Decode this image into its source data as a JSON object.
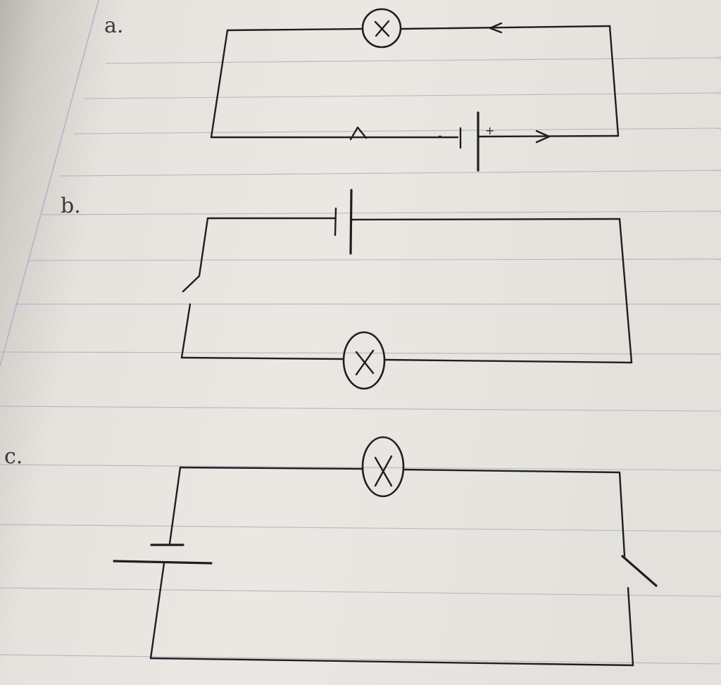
{
  "labels": {
    "a": "a.",
    "b": "b.",
    "c": "c."
  },
  "battery_signs": {
    "minus": "-",
    "plus": "+"
  },
  "circuits": [
    {
      "label": "a.",
      "components": [
        "lamp",
        "cell",
        "wire",
        "wire"
      ],
      "direction_arrows": 3
    },
    {
      "label": "b.",
      "components": [
        "cell",
        "open-switch",
        "lamp"
      ]
    },
    {
      "label": "c.",
      "components": [
        "lamp",
        "cell",
        "open-switch"
      ]
    }
  ]
}
